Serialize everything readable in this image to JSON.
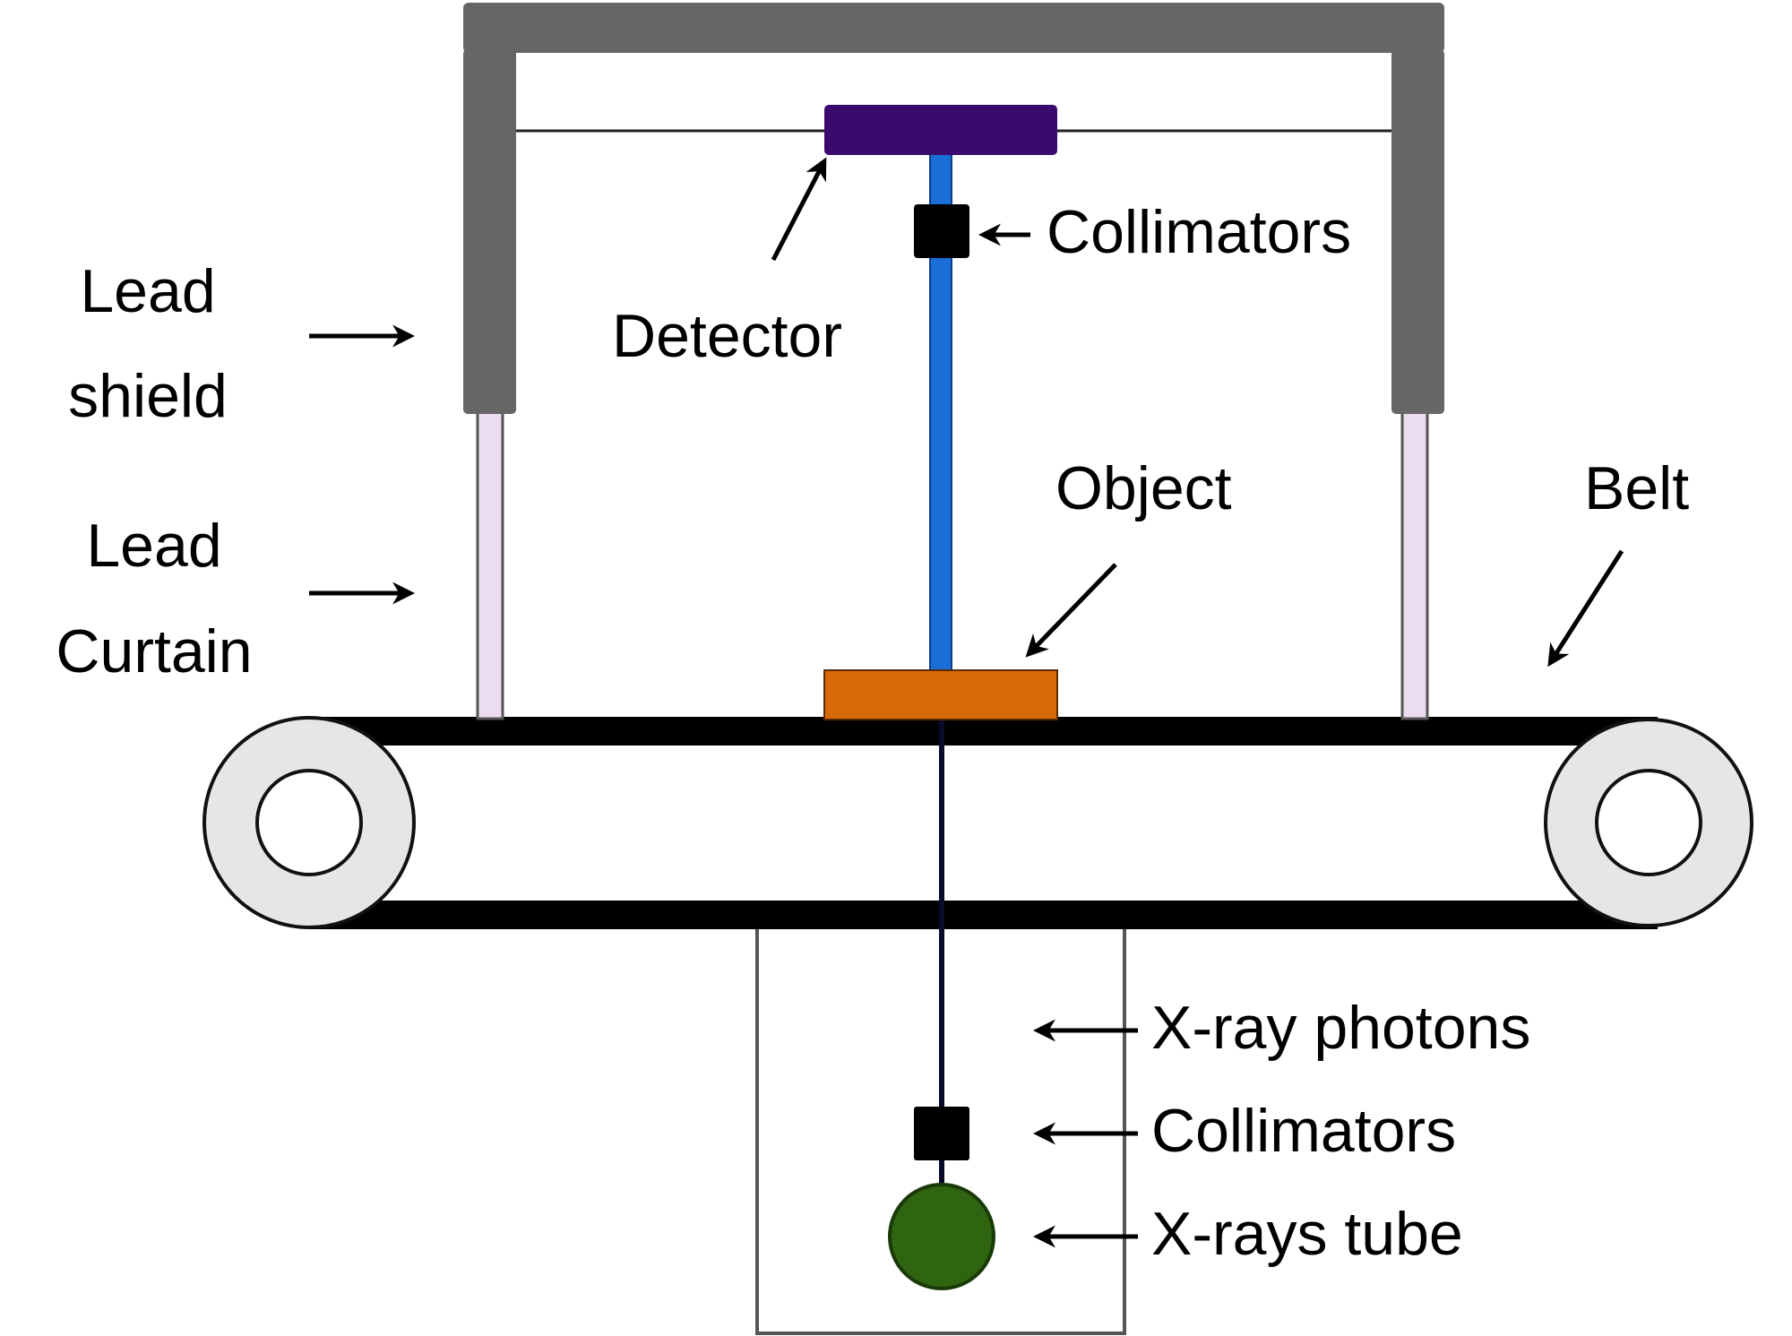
{
  "labels": {
    "lead_shield_line1": "Lead",
    "lead_shield_line2": "shield",
    "lead_curtain_line1": "Lead",
    "lead_curtain_line2": "Curtain",
    "detector": "Detector",
    "collimators_top": "Collimators",
    "object": "Object",
    "belt": "Belt",
    "xray_photons": "X-ray photons",
    "collimators_bottom": "Collimators",
    "xrays_tube": "X-rays tube"
  },
  "colors": {
    "frame": "#666666",
    "detector": "#3a0a6e",
    "beam_upper": "#1a6fd6",
    "object": "#d76a08",
    "curtain": "#ecdcf0",
    "roller": "#e6e6e6",
    "tube": "#2f6410",
    "belt": "#000000"
  }
}
